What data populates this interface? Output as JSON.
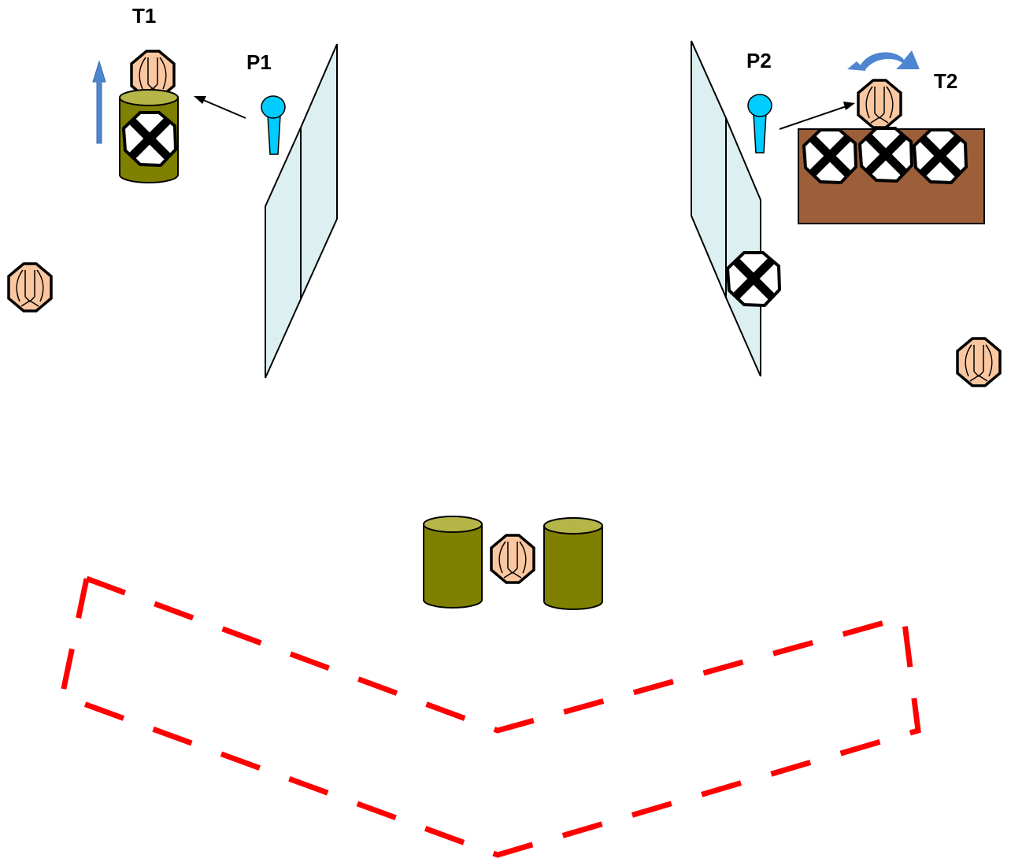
{
  "labels": {
    "t1": "T1",
    "p1": "P1",
    "p2": "P2",
    "t2": "T2"
  },
  "colors": {
    "head_fill": "#fbc7a0",
    "barrel_body": "#808000",
    "barrel_top": "#b5b548",
    "pole_fill": "#00ccff",
    "panel_fill": "#dcf0f2",
    "table_fill": "#9c5f3a",
    "blue_arrow": "#4f86d2",
    "dashed_line": "#ff0000"
  },
  "icons": {
    "target": "head-target-icon",
    "no_shoot": "no-shoot-target-icon",
    "barrel": "barrel-icon",
    "pole": "shooter-position-icon",
    "wall": "glass-panel-icon",
    "table": "table-icon",
    "move_up": "move-up-arrow-icon",
    "swing": "swing-arrow-icon",
    "fault_line": "dashed-fault-line"
  }
}
